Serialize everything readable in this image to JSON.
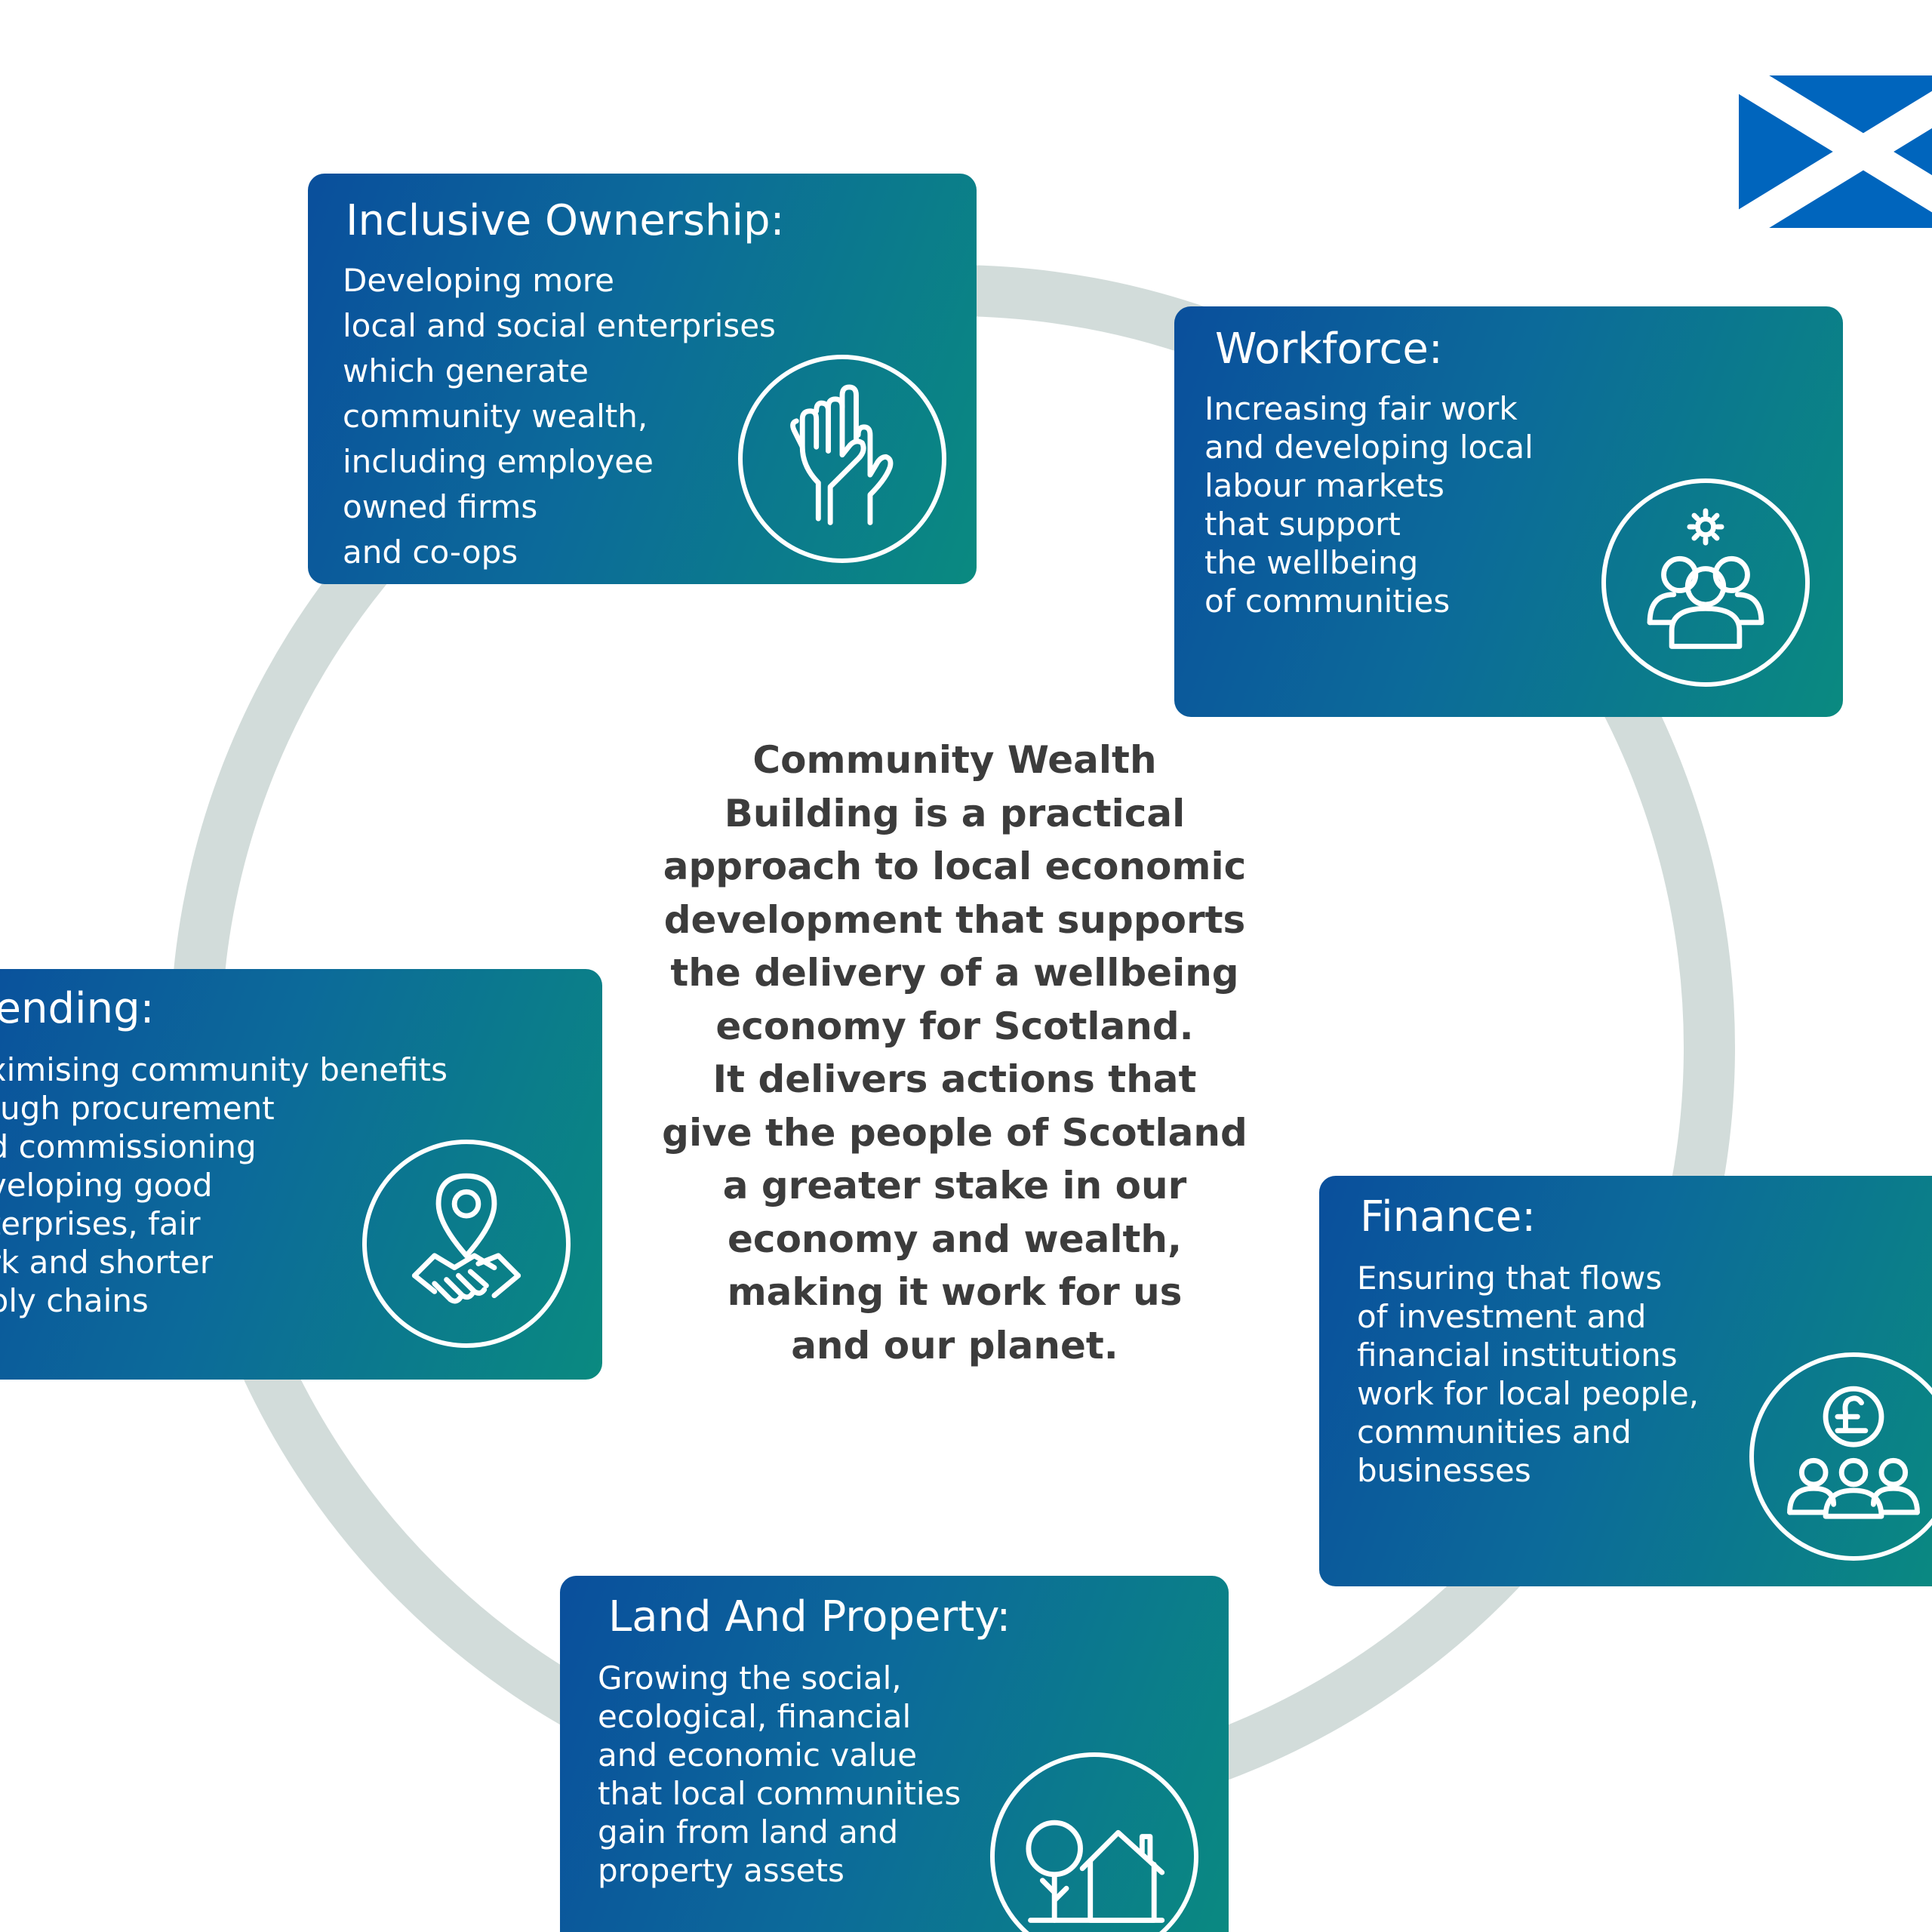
{
  "colors": {
    "card_gradient_start": "#0a4f9c",
    "card_gradient_end": "#0a8a80",
    "ring": "#d2dcda",
    "center_text": "#3c3c3c",
    "flag_blue": "#0065bd"
  },
  "center": {
    "lines": [
      "Community Wealth",
      "Building is a practical",
      "approach to local economic",
      "development that supports",
      "the delivery of a wellbeing",
      "economy for Scotland.",
      "It delivers actions that",
      "give the people of Scotland",
      "a greater stake in our",
      "economy and wealth,",
      "making it work for us",
      "and our planet."
    ]
  },
  "cards": {
    "ownership": {
      "title": "Inclusive Ownership:",
      "body": [
        "Developing more",
        "local and social enterprises",
        "which generate",
        "community wealth,",
        "including employee",
        "owned firms",
        "and co-ops"
      ],
      "icon": "raised-hands-icon"
    },
    "workforce": {
      "title": "Workforce:",
      "body": [
        "Increasing fair work",
        "and developing local",
        "labour markets",
        "that support",
        "the wellbeing",
        "of communities"
      ],
      "icon": "people-gear-icon"
    },
    "spending": {
      "title": "pending:",
      "body": [
        "aximising community benefits",
        "rough procurement",
        "nd commissioning",
        "eveloping good",
        "nterprises, fair",
        "ork and shorter",
        "pply chains"
      ],
      "icon": "location-handshake-icon"
    },
    "finance": {
      "title": "Finance:",
      "body": [
        "Ensuring that flows",
        "of investment and",
        "financial institutions",
        "work for local people,",
        "communities and",
        "businesses"
      ],
      "icon": "pound-people-icon"
    },
    "land": {
      "title": "Land And Property:",
      "body": [
        "Growing the social,",
        "ecological, financial",
        "and economic value",
        "that local communities",
        "gain from land and",
        "property assets"
      ],
      "icon": "tree-house-icon"
    }
  },
  "flag": {
    "icon": "scottish-saltire-flag-icon"
  }
}
